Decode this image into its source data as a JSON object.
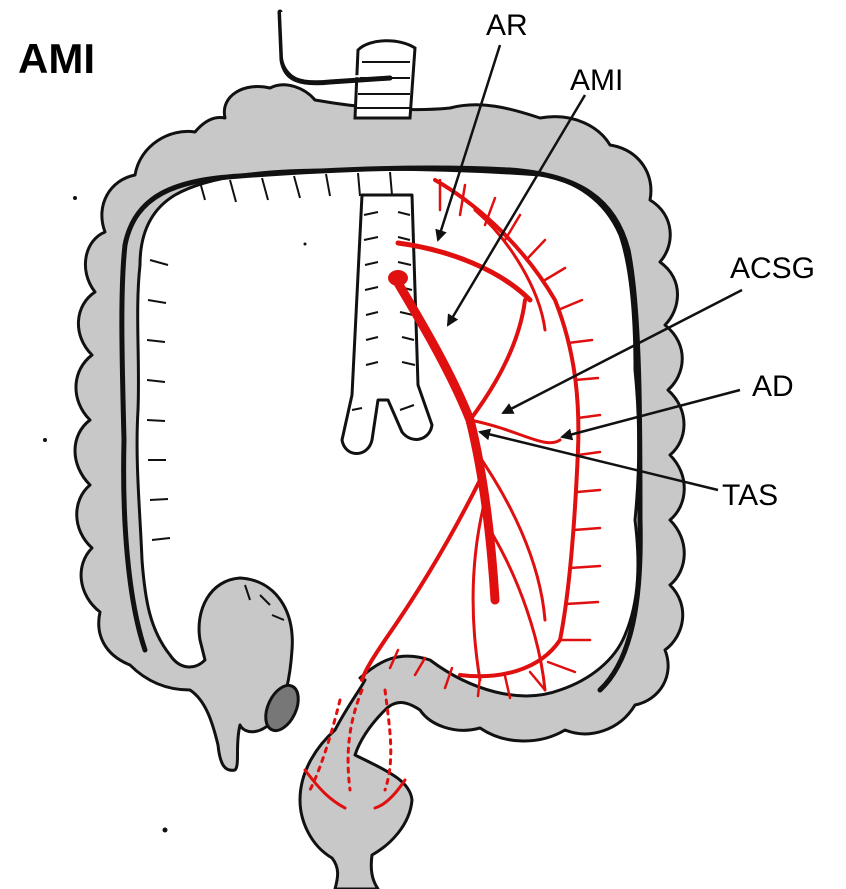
{
  "title": "AMI",
  "labels": {
    "ar": "AR",
    "ami": "AMI",
    "acsg": "ACSG",
    "ad": "AD",
    "tas": "TAS"
  },
  "colors": {
    "colon_fill": "#c8c8c8",
    "outline": "#111111",
    "artery": "#e01010",
    "background": "#ffffff"
  }
}
